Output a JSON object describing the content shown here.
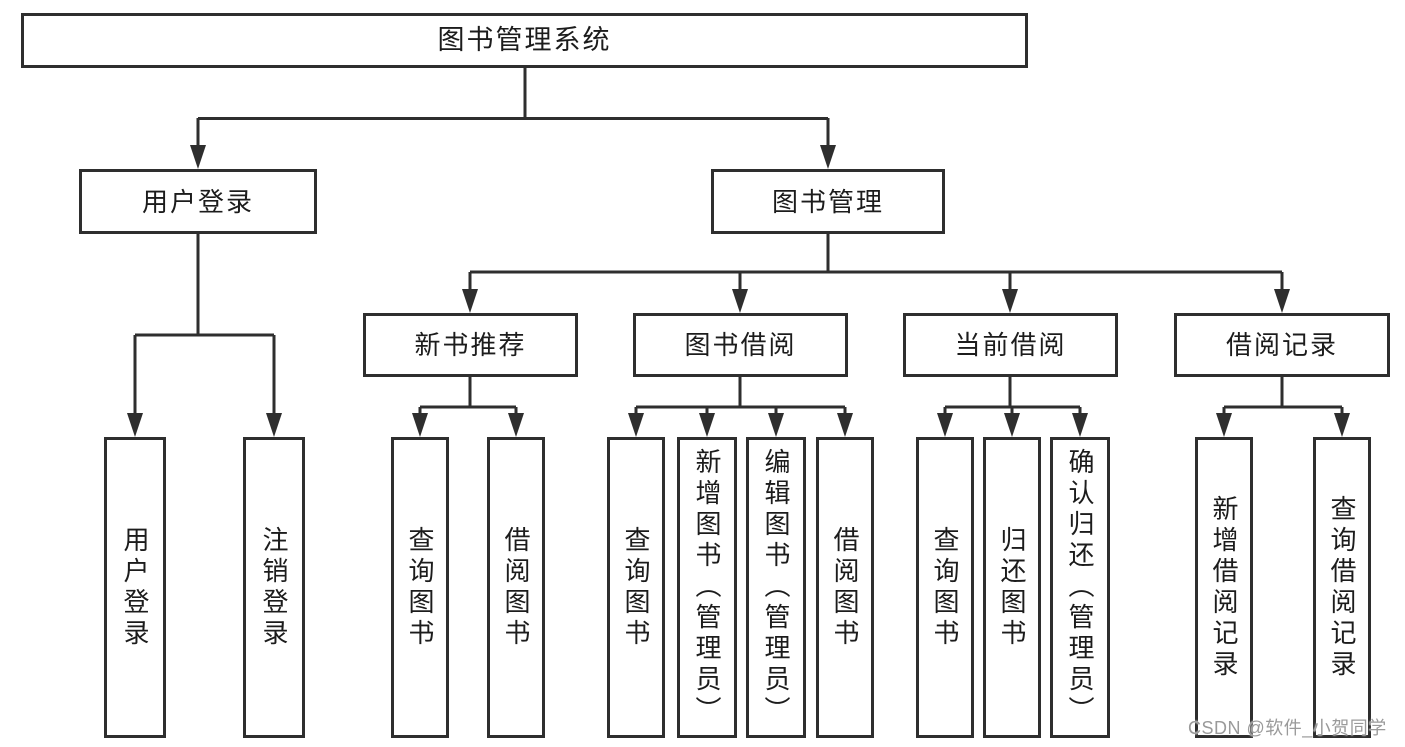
{
  "diagram_type": "hierarchy-tree",
  "colors": {
    "line": "#2e2e2e",
    "text": "#1c1c1c",
    "box-bg": "#ffffff",
    "wm": "#9a9a9a",
    "bg": "#ffffff"
  },
  "tree": {
    "label": "图书管理系统",
    "children": [
      {
        "label": "用户登录",
        "children": [
          {
            "label": "用户登录"
          },
          {
            "label": "注销登录"
          }
        ]
      },
      {
        "label": "图书管理",
        "children": [
          {
            "label": "新书推荐",
            "children": [
              {
                "label": "查询图书"
              },
              {
                "label": "借阅图书"
              }
            ]
          },
          {
            "label": "图书借阅",
            "children": [
              {
                "label": "查询图书"
              },
              {
                "label": "新增图书（管理员）"
              },
              {
                "label": "编辑图书（管理员）"
              },
              {
                "label": "借阅图书"
              }
            ]
          },
          {
            "label": "当前借阅",
            "children": [
              {
                "label": "查询图书"
              },
              {
                "label": "归还图书"
              },
              {
                "label": "确认归还（管理员）"
              }
            ]
          },
          {
            "label": "借阅记录",
            "children": [
              {
                "label": "新增借阅记录"
              },
              {
                "label": "查询借阅记录"
              }
            ]
          }
        ]
      }
    ]
  },
  "watermark": {
    "text": "CSDN @软件_小贺同学"
  }
}
